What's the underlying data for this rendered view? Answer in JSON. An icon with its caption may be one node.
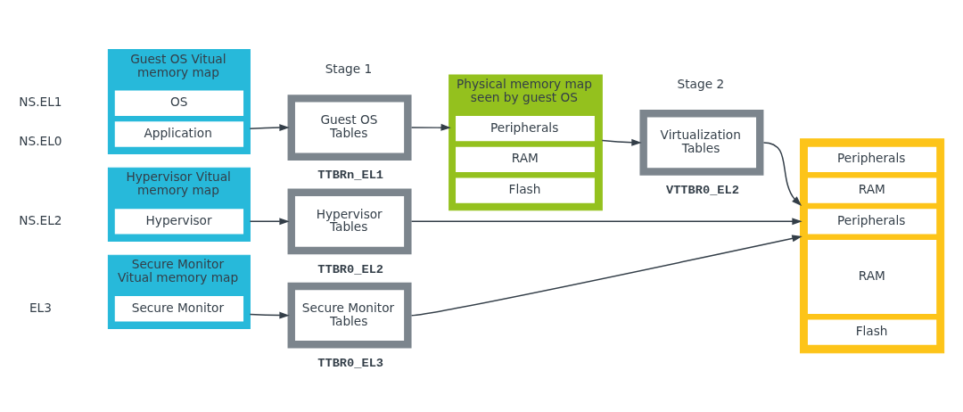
{
  "diagram": {
    "nodes": [
      {
        "text": [
          "Guest OS Vitual memory map"
        ]
      },
      {
        "text": [
          "OS"
        ],
        "in": 0
      },
      {
        "text": [
          "Application"
        ],
        "in": 0
      },
      {
        "text": [
          "Guest OS Tables"
        ],
        "beside": [
          "TTBRn_EL1"
        ]
      },
      {
        "text": [
          "Physical memory map seen by guest OS"
        ]
      },
      {
        "text": [
          "Peripherals"
        ],
        "in": 4
      },
      {
        "text": [
          "RAM"
        ],
        "in": 4
      },
      {
        "text": [
          "Flash"
        ],
        "in": 4
      },
      {
        "text": [
          "Virtualization Tables"
        ],
        "beside": [
          "VTTBR0_EL2"
        ]
      },
      {
        "text": [
          "Hypervisor Vitual memory map"
        ]
      },
      {
        "text": [
          "Hypervisor"
        ],
        "in": 9
      },
      {
        "text": [
          "Hypervisor Tables"
        ],
        "beside": [
          "TTBR0_EL2"
        ]
      },
      {
        "text": [
          "Secure Monitor Vitual memory map"
        ]
      },
      {
        "text": [
          "Secure Monitor"
        ],
        "in": 12
      },
      {
        "text": [
          "Secure Monitor Tables"
        ],
        "beside": [
          "TTBR0_EL3"
        ]
      },
      {
        "text": [],
        "shape": "box"
      },
      {
        "text": [
          "Peripherals"
        ],
        "in": 15
      },
      {
        "text": [
          "RAM"
        ],
        "in": 15
      },
      {
        "text": [
          "Peripherals"
        ],
        "in": 15
      },
      {
        "text": [
          "RAM"
        ],
        "in": 15
      },
      {
        "text": [
          "Flash"
        ],
        "in": 15
      }
    ],
    "edges": [
      {
        "from": 0,
        "to": 3,
        "arrow": "to"
      },
      {
        "from": 3,
        "to": 4,
        "arrow": "to"
      },
      {
        "from": 4,
        "to": 8,
        "arrow": "to"
      },
      {
        "from": 8,
        "to": 15,
        "arrow": "to"
      },
      {
        "from": 9,
        "to": 11,
        "arrow": "to"
      },
      {
        "from": 11,
        "to": 15,
        "arrow": "to"
      },
      {
        "from": 12,
        "to": 14,
        "arrow": "to"
      },
      {
        "from": 14,
        "to": 15,
        "arrow": "to"
      }
    ],
    "labels": [
      "Stage 1",
      "Stage 2",
      "NS.EL1",
      "NS.EL0",
      "NS.EL2",
      "EL3"
    ]
  }
}
